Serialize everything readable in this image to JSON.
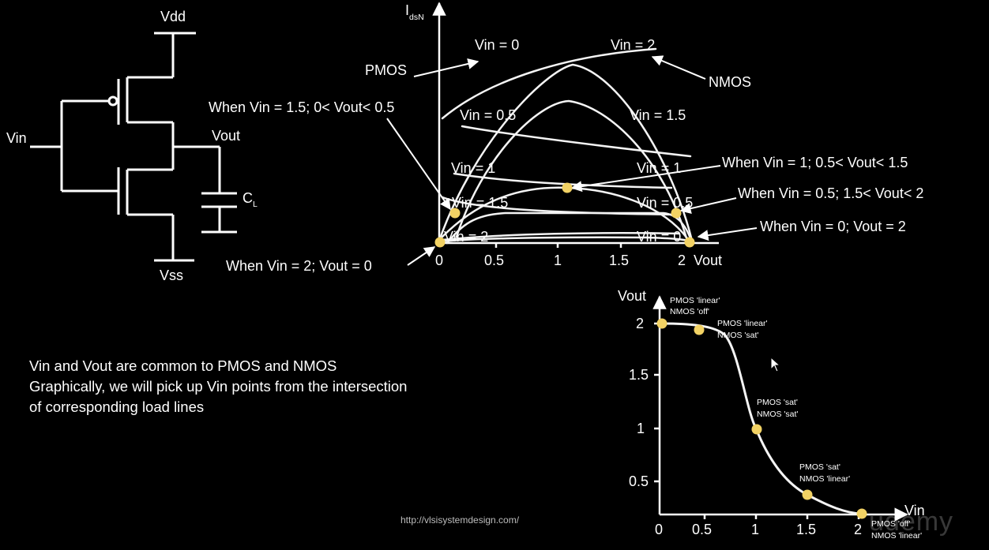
{
  "circuit": {
    "vdd": "Vdd",
    "vss": "Vss",
    "vin": "Vin",
    "vout": "Vout",
    "cl": "C",
    "cl_sub": "L"
  },
  "load_line_plot": {
    "y_axis": "I",
    "y_axis_sub": "dsN",
    "x_axis": "Vout",
    "x_ticks": [
      "0",
      "0.5",
      "1",
      "1.5",
      "2"
    ],
    "curve_labels": {
      "pmos_vin0": "Vin = 0",
      "nmos_vin2": "Vin = 2",
      "pmos_vin05": "Vin = 0.5",
      "nmos_vin15": "Vin = 1.5",
      "pmos_vin1": "Vin = 1",
      "nmos_vin1": "Vin = 1",
      "pmos_vin15": "Vin = 1.5",
      "nmos_vin05": "Vin = 0.5",
      "pmos_vin2": "Vin = 2",
      "nmos_vin0": "Vin = 0"
    },
    "pmos_label": "PMOS",
    "nmos_label": "NMOS",
    "annotations": {
      "a15": "When Vin = 1.5; 0< Vout< 0.5",
      "a1": "When Vin = 1; 0.5< Vout< 1.5",
      "a05": "When Vin = 0.5; 1.5< Vout< 2",
      "a0": "When Vin = 0; Vout = 2",
      "a2": "When Vin = 2; Vout = 0"
    }
  },
  "vtc": {
    "y_axis": "Vout",
    "x_axis": "Vin",
    "x_ticks": [
      "0",
      "0.5",
      "1",
      "1.5",
      "2"
    ],
    "y_ticks": [
      "2",
      "1.5",
      "1",
      "0.5"
    ],
    "regions": [
      {
        "l1": "PMOS 'linear'",
        "l2": "NMOS 'off'"
      },
      {
        "l1": "PMOS 'linear'",
        "l2": "NMOS 'sat'"
      },
      {
        "l1": "PMOS 'sat'",
        "l2": "NMOS 'sat'"
      },
      {
        "l1": "PMOS 'sat'",
        "l2": "NMOS 'linear'"
      },
      {
        "l1": "PMOS 'off'",
        "l2": "NMOS 'linear'"
      }
    ]
  },
  "notes": [
    "Vin and Vout are common to PMOS and NMOS",
    "Graphically, we will pick up Vin points from the intersection",
    "of corresponding load lines"
  ],
  "url": "http://vlsisystemdesign.com/",
  "watermark": "udemy",
  "colors": {
    "background": "#000000",
    "stroke": "#ffffff",
    "marker": "#f2d264"
  }
}
